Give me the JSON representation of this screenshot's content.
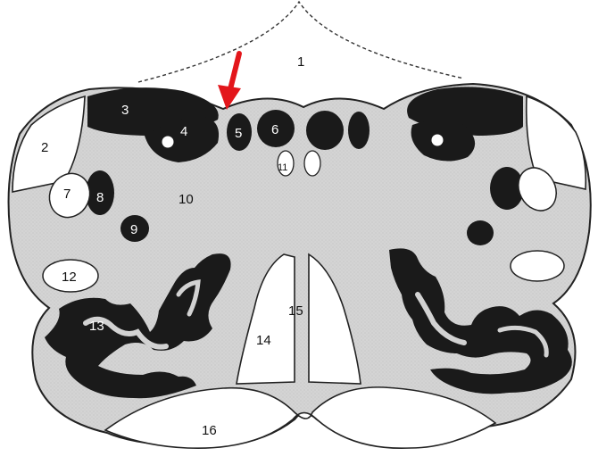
{
  "diagram": {
    "labels": {
      "l1": "1",
      "l2": "2",
      "l3": "3",
      "l4": "4",
      "l5": "5",
      "l6": "6",
      "l7": "7",
      "l8": "8",
      "l9": "9",
      "l10": "10",
      "l11": "11",
      "l12": "12",
      "l13": "13",
      "l14": "14",
      "l15": "15",
      "l16": "16"
    },
    "colors": {
      "tissue_fill": "#d2d2d2",
      "dark_structure": "#1a1a1a",
      "outline": "#222222",
      "arrow": "#e3161b",
      "white_region": "#ffffff"
    }
  }
}
